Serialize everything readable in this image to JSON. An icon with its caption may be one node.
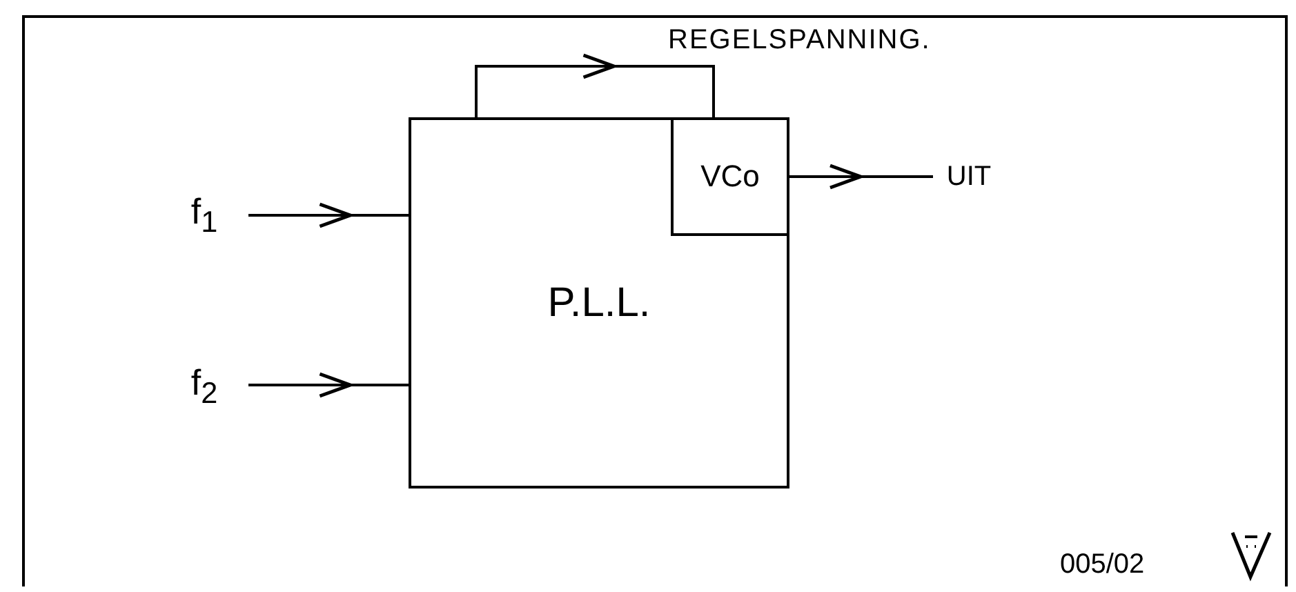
{
  "diagram": {
    "nodes": [
      {
        "text": [
          "f$_{1}$"
        ]
      },
      {
        "text": [
          "f$_{2}$"
        ]
      },
      {
        "text": [
          "P.L.L."
        ]
      },
      {
        "text": [
          "VCo"
        ],
        "in": 2
      },
      {
        "text": [
          "UIT"
        ]
      }
    ],
    "edges": [
      {
        "from": 0,
        "to": 2,
        "arrow": "to"
      },
      {
        "from": 1,
        "to": 2,
        "arrow": "to"
      },
      {
        "from": 2,
        "to": 3,
        "arrow": "to"
      },
      {
        "from": 3,
        "to": 4,
        "arrow": "to"
      }
    ],
    "labels": [
      "REGELSPANNING.",
      "005/02"
    ]
  }
}
